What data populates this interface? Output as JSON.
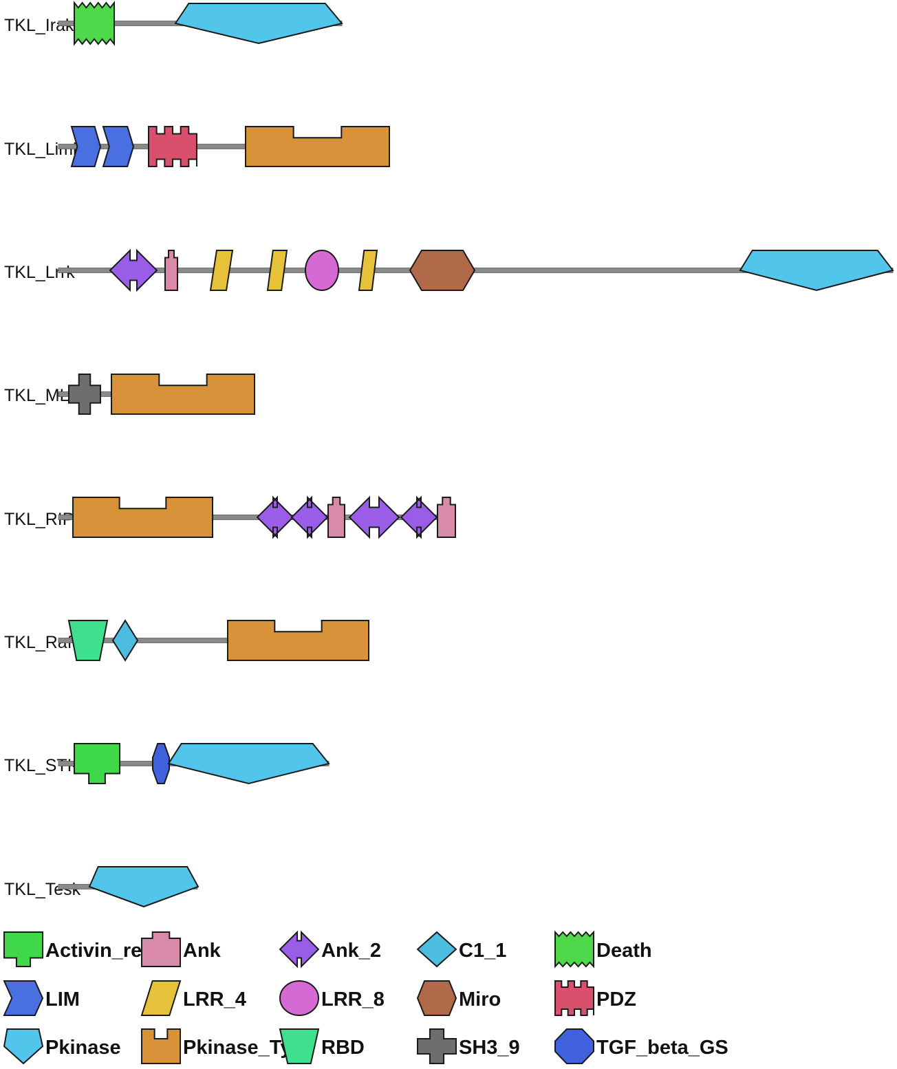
{
  "figure": {
    "colors": {
      "Activin_recp": "#3fd84a",
      "Ank": "#d98aa8",
      "Ank_2": "#9a5de8",
      "C1_1": "#4cbde0",
      "Death": "#4fd84a",
      "LIM": "#4a6fe0",
      "LRR_4": "#e6c23a",
      "LRR_8": "#d56ad4",
      "Miro": "#b06a4a",
      "PDZ": "#d8506c",
      "Pkinase": "#52c6ea",
      "Pkinase_Tyr": "#d8923a",
      "RBD": "#3ee08e",
      "SH3_9": "#6e6e6e",
      "TGF_beta_GS": "#3f62dc",
      "backbone": "#8a8a8a"
    },
    "proteins": [
      {
        "name": "TKL_Irak",
        "domains": [
          {
            "family": "Death",
            "shape": "death-icon"
          },
          {
            "family": "Pkinase",
            "shape": "pkinase-icon"
          }
        ]
      },
      {
        "name": "TKL_Limk",
        "domains": [
          {
            "family": "LIM",
            "shape": "lim-icon"
          },
          {
            "family": "LIM",
            "shape": "lim-icon"
          },
          {
            "family": "PDZ",
            "shape": "pdz-icon"
          },
          {
            "family": "Pkinase_Tyr",
            "shape": "pkinase-tyr-icon"
          }
        ]
      },
      {
        "name": "TKL_Lrrk",
        "domains": [
          {
            "family": "Ank_2",
            "shape": "ank2-icon"
          },
          {
            "family": "Ank",
            "shape": "ank-icon"
          },
          {
            "family": "LRR_4",
            "shape": "lrr4-icon"
          },
          {
            "family": "LRR_4",
            "shape": "lrr4-icon"
          },
          {
            "family": "LRR_8",
            "shape": "lrr8-icon"
          },
          {
            "family": "LRR_4",
            "shape": "lrr4-icon"
          },
          {
            "family": "Miro",
            "shape": "miro-icon"
          },
          {
            "family": "Pkinase",
            "shape": "pkinase-icon"
          }
        ]
      },
      {
        "name": "TKL_MLK",
        "domains": [
          {
            "family": "SH3_9",
            "shape": "sh3-icon"
          },
          {
            "family": "Pkinase_Tyr",
            "shape": "pkinase-tyr-icon"
          }
        ]
      },
      {
        "name": "TKL_RIPK",
        "domains": [
          {
            "family": "Pkinase_Tyr",
            "shape": "pkinase-tyr-icon"
          },
          {
            "family": "Ank_2",
            "shape": "ank2-icon"
          },
          {
            "family": "Ank_2",
            "shape": "ank2-icon"
          },
          {
            "family": "Ank",
            "shape": "ank-icon"
          },
          {
            "family": "Ank_2",
            "shape": "ank2-icon"
          },
          {
            "family": "Ank_2",
            "shape": "ank2-icon"
          },
          {
            "family": "Ank",
            "shape": "ank-icon"
          }
        ]
      },
      {
        "name": "TKL_Raf",
        "domains": [
          {
            "family": "RBD",
            "shape": "rbd-icon"
          },
          {
            "family": "C1_1",
            "shape": "c1-icon"
          },
          {
            "family": "Pkinase_Tyr",
            "shape": "pkinase-tyr-icon"
          }
        ]
      },
      {
        "name": "TKL_STKR",
        "domains": [
          {
            "family": "Activin_recp",
            "shape": "activin-icon"
          },
          {
            "family": "TGF_beta_GS",
            "shape": "tgf-icon"
          },
          {
            "family": "Pkinase",
            "shape": "pkinase-icon"
          }
        ]
      },
      {
        "name": "TKL_Tesk",
        "domains": [
          {
            "family": "Pkinase",
            "shape": "pkinase-icon"
          }
        ]
      }
    ],
    "legend": [
      {
        "label": "Activin_recp",
        "shape": "activin-icon"
      },
      {
        "label": "Ank",
        "shape": "ank-icon"
      },
      {
        "label": "Ank_2",
        "shape": "ank2-icon"
      },
      {
        "label": "C1_1",
        "shape": "c1-icon"
      },
      {
        "label": "Death",
        "shape": "death-icon"
      },
      {
        "label": "LIM",
        "shape": "lim-icon"
      },
      {
        "label": "LRR_4",
        "shape": "lrr4-icon"
      },
      {
        "label": "LRR_8",
        "shape": "lrr8-icon"
      },
      {
        "label": "Miro",
        "shape": "miro-icon"
      },
      {
        "label": "PDZ",
        "shape": "pdz-icon"
      },
      {
        "label": "Pkinase",
        "shape": "pkinase-icon"
      },
      {
        "label": "Pkinase_Tyr",
        "shape": "pkinase-tyr-icon"
      },
      {
        "label": "RBD",
        "shape": "rbd-icon"
      },
      {
        "label": "SH3_9",
        "shape": "sh3-icon"
      },
      {
        "label": "TGF_beta_GS",
        "shape": "tgf-icon"
      }
    ]
  }
}
